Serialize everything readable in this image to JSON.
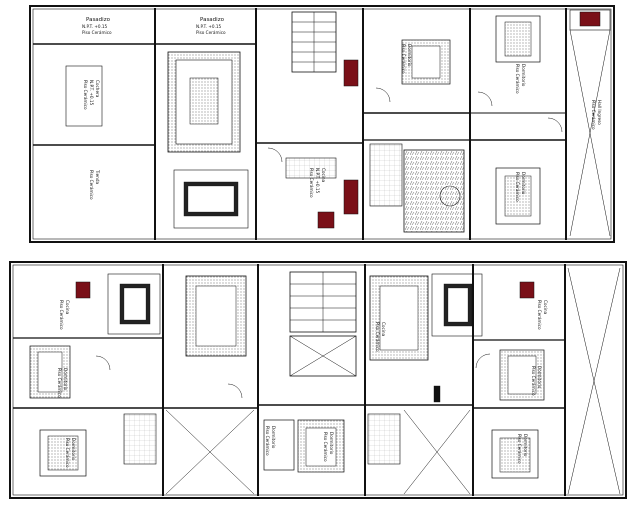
{
  "upper_floor": {
    "labels": [
      {
        "id": "pasadizo-1-title",
        "text": "Pasadizo"
      },
      {
        "id": "pasadizo-1-level",
        "text": "N.P.T. +0.15"
      },
      {
        "id": "pasadizo-1-floor",
        "text": "Piso Cerámico"
      },
      {
        "id": "pasadizo-2-title",
        "text": "Pasadizo"
      },
      {
        "id": "pasadizo-2-level",
        "text": "N.P.T. +0.15"
      },
      {
        "id": "pasadizo-2-floor",
        "text": "Piso Cerámico"
      },
      {
        "id": "cochera-title",
        "text": "Cochera"
      },
      {
        "id": "cochera-level",
        "text": "N.P.T. +0.15"
      },
      {
        "id": "cochera-floor",
        "text": "Piso Cerámico"
      },
      {
        "id": "tienda-title",
        "text": "Tienda"
      },
      {
        "id": "tienda-floor",
        "text": "Piso Cerámico"
      },
      {
        "id": "cocina-title",
        "text": "Cocina"
      },
      {
        "id": "cocina-level",
        "text": "N.P.T. +0.15"
      },
      {
        "id": "cocina-floor",
        "text": "Piso Cerámico"
      },
      {
        "id": "dormitorio-1-title",
        "text": "Dormitorio"
      },
      {
        "id": "dormitorio-1-floor",
        "text": "Piso Cerámico"
      },
      {
        "id": "dormitorio-2-title",
        "text": "Dormitorio"
      },
      {
        "id": "dormitorio-2-floor",
        "text": "Piso Cerámico"
      },
      {
        "id": "dormitorio-3-title",
        "text": "Dormitorio"
      },
      {
        "id": "dormitorio-3-floor",
        "text": "Piso Cerámico"
      },
      {
        "id": "hall-title",
        "text": "Hall Ingreso"
      },
      {
        "id": "hall-floor",
        "text": "Piso Cerámico"
      }
    ]
  },
  "lower_floor": {
    "labels": [
      {
        "id": "cocina-a-title",
        "text": "Cocina"
      },
      {
        "id": "cocina-a-floor",
        "text": "Piso Cerámico"
      },
      {
        "id": "dorm-a-title",
        "text": "Dormitorio"
      },
      {
        "id": "dorm-a-floor",
        "text": "Piso Cerámico"
      },
      {
        "id": "dorm-b-title",
        "text": "Dormitorio"
      },
      {
        "id": "dorm-b-floor",
        "text": "Piso Cerámico"
      },
      {
        "id": "cocina-b-title",
        "text": "Cocina"
      },
      {
        "id": "cocina-b-floor",
        "text": "Piso Cerámico"
      },
      {
        "id": "cocina-c-title",
        "text": "Cocina"
      },
      {
        "id": "cocina-c-floor",
        "text": "Piso Cerámico"
      },
      {
        "id": "dorm-c-title",
        "text": "Dormitorio"
      },
      {
        "id": "dorm-c-floor",
        "text": "Piso Cerámico"
      },
      {
        "id": "dorm-d-title",
        "text": "Dormitorio"
      },
      {
        "id": "dorm-d-floor",
        "text": "Piso Cerámico"
      },
      {
        "id": "dorm-e-title",
        "text": "Dormitorio"
      },
      {
        "id": "dorm-e-floor",
        "text": "Piso Cerámico"
      },
      {
        "id": "dorm-f-title",
        "text": "Dormitorio"
      },
      {
        "id": "dorm-f-floor",
        "text": "Piso Cerámico"
      }
    ]
  },
  "colors": {
    "wall": "#111111",
    "fill_red": "#7a1018",
    "hatch": "#333333"
  }
}
